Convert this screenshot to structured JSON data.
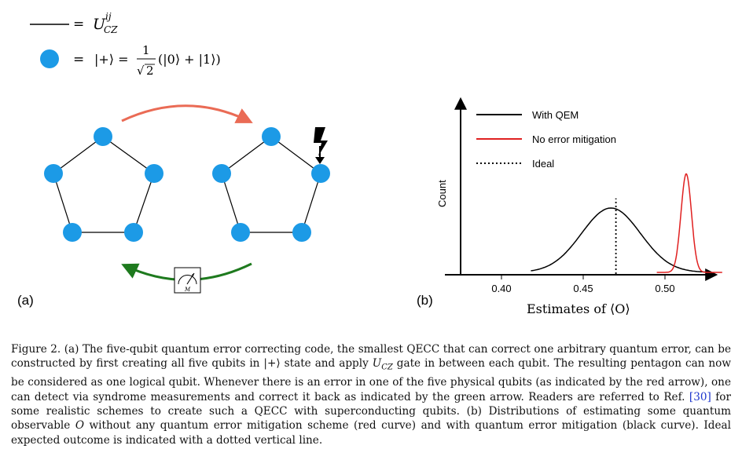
{
  "legend_left": {
    "line_eq": "=",
    "line_symbol": "U",
    "line_sup": "ij",
    "line_sub": "CZ",
    "dot_eq": "=",
    "dot_lhs": "|+⟩ =",
    "dot_frac_num": "1",
    "dot_frac_den": "2",
    "dot_sqrt": "√",
    "dot_rhs": "(|0⟩ + |1⟩)"
  },
  "panel_a": {
    "label": "(a)",
    "meter_label": "M",
    "colors": {
      "qubit": "#1c9ae6",
      "error_arrow": "#ea6b55",
      "correct_arrow": "#1e7a1e"
    }
  },
  "panel_b": {
    "label": "(b)",
    "legend": [
      {
        "label": "With QEM",
        "style": "solid",
        "color": "#000000"
      },
      {
        "label": "No error mitigation",
        "style": "solid",
        "color": "#e02020"
      },
      {
        "label": "Ideal",
        "style": "dotted",
        "color": "#000000"
      }
    ]
  },
  "chart_data": {
    "type": "line",
    "xlabel": "Estimates of ⟨O⟩",
    "ylabel": "Count",
    "xticks": [
      "0.40",
      "0.45",
      "0.50"
    ],
    "xlim": [
      0.375,
      0.525
    ],
    "series": [
      {
        "name": "With QEM",
        "color": "#000000",
        "mean": 0.467,
        "sd": 0.018,
        "peak": 1.0,
        "x_range": [
          0.418,
          0.525
        ]
      },
      {
        "name": "No error mitigation",
        "color": "#e02020",
        "mean": 0.513,
        "sd": 0.0032,
        "peak": 1.53,
        "x_range": [
          0.495,
          0.535
        ]
      }
    ],
    "ideal": 0.47
  },
  "caption": {
    "p1": "Figure 2. (a) The five-qubit quantum error correcting code, the smallest QECC that can correct one arbitrary quantum error, can be constructed by first creating all five qubits in |+⟩ state and apply ",
    "u": "U",
    "u_sub": "CZ",
    "p2": " gate in between each qubit. The resulting pentagon can now be considered as one logical qubit. Whenever there is an error in one of the five physical qubits (as indicated by the red arrow), one can detect via syndrome measurements and correct it back as indicated by the green arrow. Readers are referred to Ref. ",
    "ref": "[30]",
    "p3": " for some realistic schemes to create such a QECC with superconducting qubits. (b) Distributions of estimating some quantum observable ",
    "obs": "O",
    "p4": " without any quantum error mitigation scheme (red curve) and with quantum error mitigation (black curve). Ideal expected outcome is indicated with a dotted vertical line."
  }
}
